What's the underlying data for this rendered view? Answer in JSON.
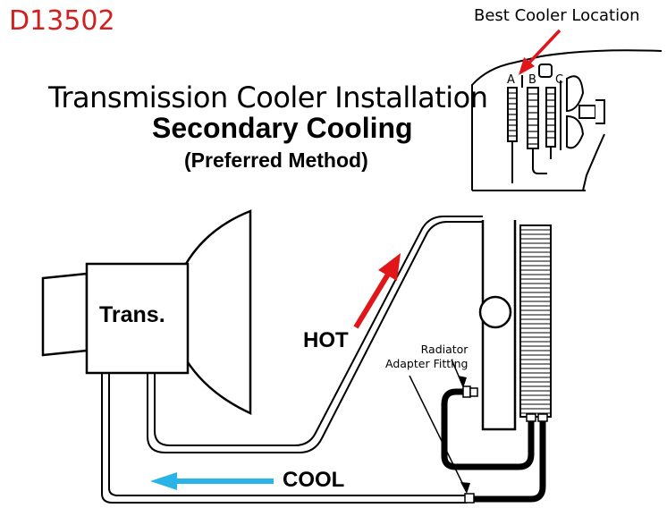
{
  "diagram": {
    "code": "D13502",
    "best_location": "Best Cooler Location",
    "title": "Transmission Cooler Installation",
    "subtitle": "Secondary Cooling",
    "method": "(Preferred Method)",
    "trans_label": "Trans.",
    "hot_label": "HOT",
    "cool_label": "COOL",
    "radiator_label_1": "Radiator",
    "radiator_label_2": "Adapter Fitting",
    "position_a": "A",
    "position_b": "B",
    "position_c": "C"
  },
  "colors": {
    "code": "#d21f1f",
    "hot_arrow": "#e0161b",
    "cool_arrow": "#28b4e6",
    "line": "#000000"
  }
}
